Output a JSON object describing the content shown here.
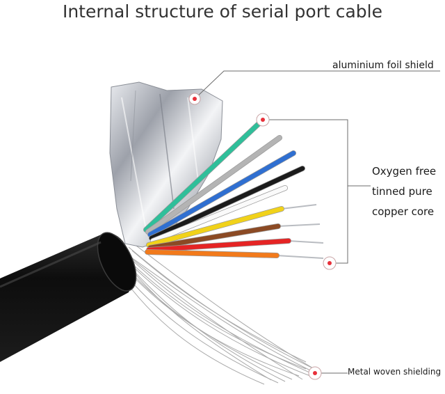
{
  "title": "Internal structure of serial port cable",
  "labels": {
    "foil": "aluminium foil shield",
    "core_line1": "Oxygen free",
    "core_line2": "tinned pure",
    "core_line3": "copper core",
    "shielding": "Metal woven shielding"
  },
  "colors": {
    "jacket": "#141414",
    "marker": "#e8303a",
    "leader": "#6b6b6b",
    "foil": "#c9ccd3",
    "wires": [
      "#2fbf9a",
      "#b4b4b4",
      "#2f6fd1",
      "#1b1b1b",
      "#fafafa",
      "#f1d21a",
      "#8b4a24",
      "#e52424",
      "#f27a1b"
    ]
  },
  "wire_names": [
    "green",
    "grey",
    "blue",
    "black",
    "white",
    "yellow",
    "brown",
    "red",
    "orange"
  ]
}
